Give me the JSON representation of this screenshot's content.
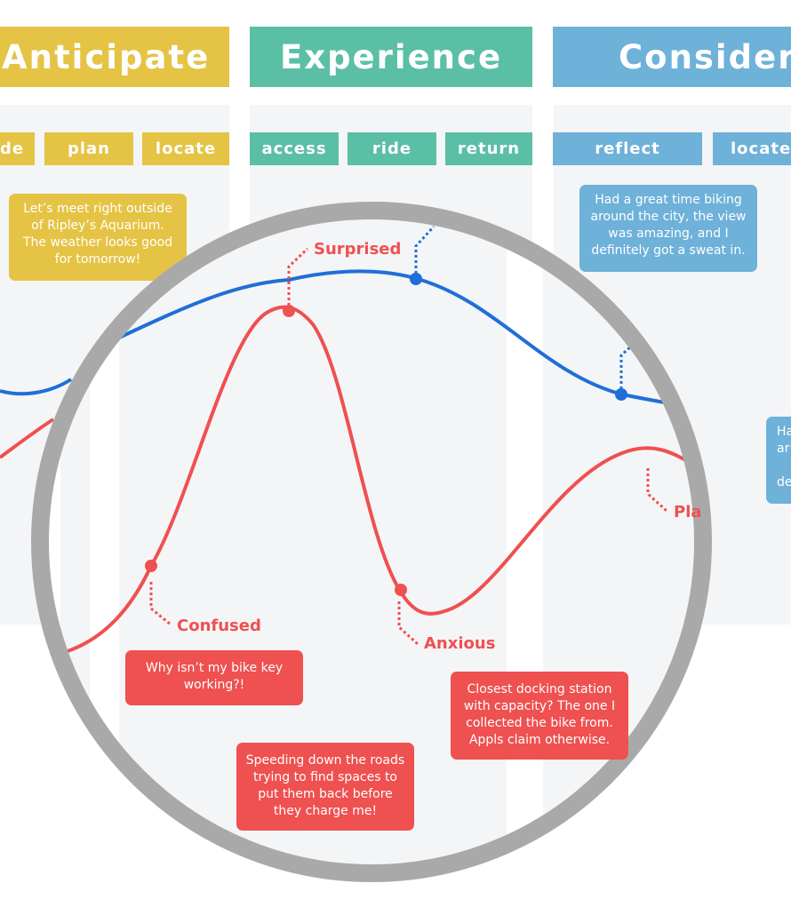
{
  "phases": {
    "anticipate": "Anticipate",
    "experience": "Experience",
    "consider": "Consider"
  },
  "steps": {
    "decide_partial": "de",
    "plan": "plan",
    "locate": "locate",
    "access": "access",
    "ride": "ride",
    "return": "return",
    "reflect": "reflect",
    "locate2": "locate"
  },
  "notes": {
    "meet": "Let’s meet right outside of Ripley’s Aquarium. The weather looks good for tomorrow!",
    "great_time": "Had a great time biking around the city, the view was amazing, and I definitely got a sweat in.",
    "partial_ha": "Ha",
    "partial_ar": "ar",
    "partial_de": "de",
    "bike_key": "Why isn’t my bike key working?!",
    "speeding": "Speeding down the roads trying to find spaces to put them back before they charge me!",
    "docking": "Closest docking station with capacity? The one I collected the bike from. Appls claim otherwise."
  },
  "emotions": {
    "surprised": "Surprised",
    "confused": "Confused",
    "anxious": "Anxious",
    "partial_pla": "Pla"
  },
  "colors": {
    "yellow": "#e5c344",
    "teal": "#5bbfa6",
    "blue": "#6eb1d9",
    "red": "#ef5050",
    "line_blue": "#1f6fd6",
    "lens_ring": "#a9a9a9",
    "lane_bg": "#f4f5f7"
  }
}
